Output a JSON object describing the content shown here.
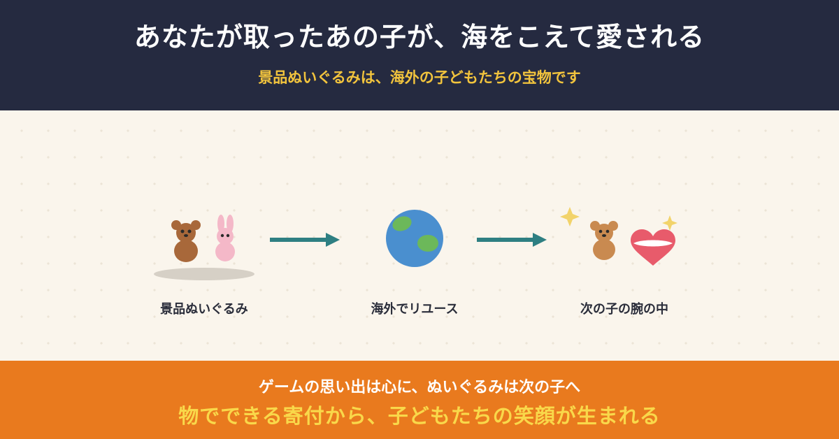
{
  "header": {
    "title": "あなたが取ったあの子が、海をこえて愛される",
    "subtitle": "景品ぬいぐるみは、海外の子どもたちの宝物です"
  },
  "steps": [
    {
      "label": "景品ぬいぐるみ",
      "icon": "plush-toys-icon"
    },
    {
      "label": "海外でリユース",
      "icon": "globe-icon"
    },
    {
      "label": "次の子の腕の中",
      "icon": "bear-with-heart-icon"
    }
  ],
  "footer": {
    "line1": "ゲームの思い出は心に、ぬいぐるみは次の子へ",
    "line2": "物でできる寄付から、子どもたちの笑顔が生まれる"
  },
  "colors": {
    "header_bg": "#252a40",
    "accent_yellow": "#f2c43d",
    "footer_bg": "#e97a1e",
    "arrow": "#2e7f82",
    "bear": "#a8683a",
    "bunny": "#f4b8c8",
    "globe_ocean": "#4a8fcf",
    "globe_land": "#6cb85a",
    "heart": "#e85b6b"
  }
}
